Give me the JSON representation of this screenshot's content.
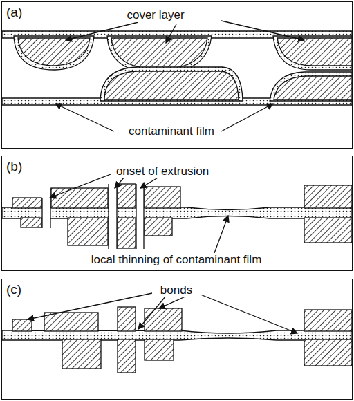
{
  "diagram": {
    "nodes": [
      {
        "text": [
          "(a)"
        ]
      },
      {
        "text": [
          "(b)"
        ]
      },
      {
        "text": [
          "(c)"
        ]
      }
    ],
    "labels": [
      "cover layer",
      "contaminant film",
      "onset of extrusion",
      "local thinning of contaminant film",
      "bonds"
    ]
  }
}
